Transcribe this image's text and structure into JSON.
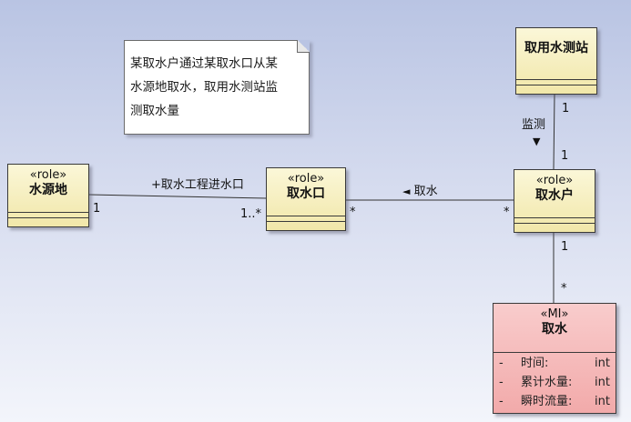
{
  "note": {
    "lines": [
      "某取水户通过某取水口从某",
      "水源地取水，取用水测站监",
      "测取水量"
    ]
  },
  "classes": {
    "water_source": {
      "stereotype": "«role»",
      "name": "水源地"
    },
    "intake": {
      "stereotype": "«role»",
      "name": "取水口"
    },
    "user": {
      "stereotype": "«role»",
      "name": "取水户"
    },
    "station": {
      "name": "取用水测站"
    },
    "withdrawal": {
      "stereotype": "«MI»",
      "name": "取水",
      "attributes": [
        {
          "visibility": "-",
          "name": "时间:",
          "type": "int"
        },
        {
          "visibility": "-",
          "name": "累计水量:",
          "type": "int"
        },
        {
          "visibility": "-",
          "name": "瞬时流量:",
          "type": "int"
        }
      ]
    }
  },
  "associations": {
    "source_intake": {
      "label": "+取水工程进水口",
      "mult_source": "1",
      "mult_intake": "1..*"
    },
    "intake_user": {
      "label": "取水",
      "direction_arrow": "◄",
      "mult_intake": "*",
      "mult_user": "*"
    },
    "station_user": {
      "label": "监测",
      "direction_arrow": "▼",
      "mult_station": "1",
      "mult_user": "1"
    },
    "user_withdrawal": {
      "mult_user": "1",
      "mult_withdrawal": "*"
    }
  },
  "colors": {
    "role_fill": "#f1e7a9",
    "mi_fill": "#f2aaaa",
    "background": "#c9d1ec"
  }
}
